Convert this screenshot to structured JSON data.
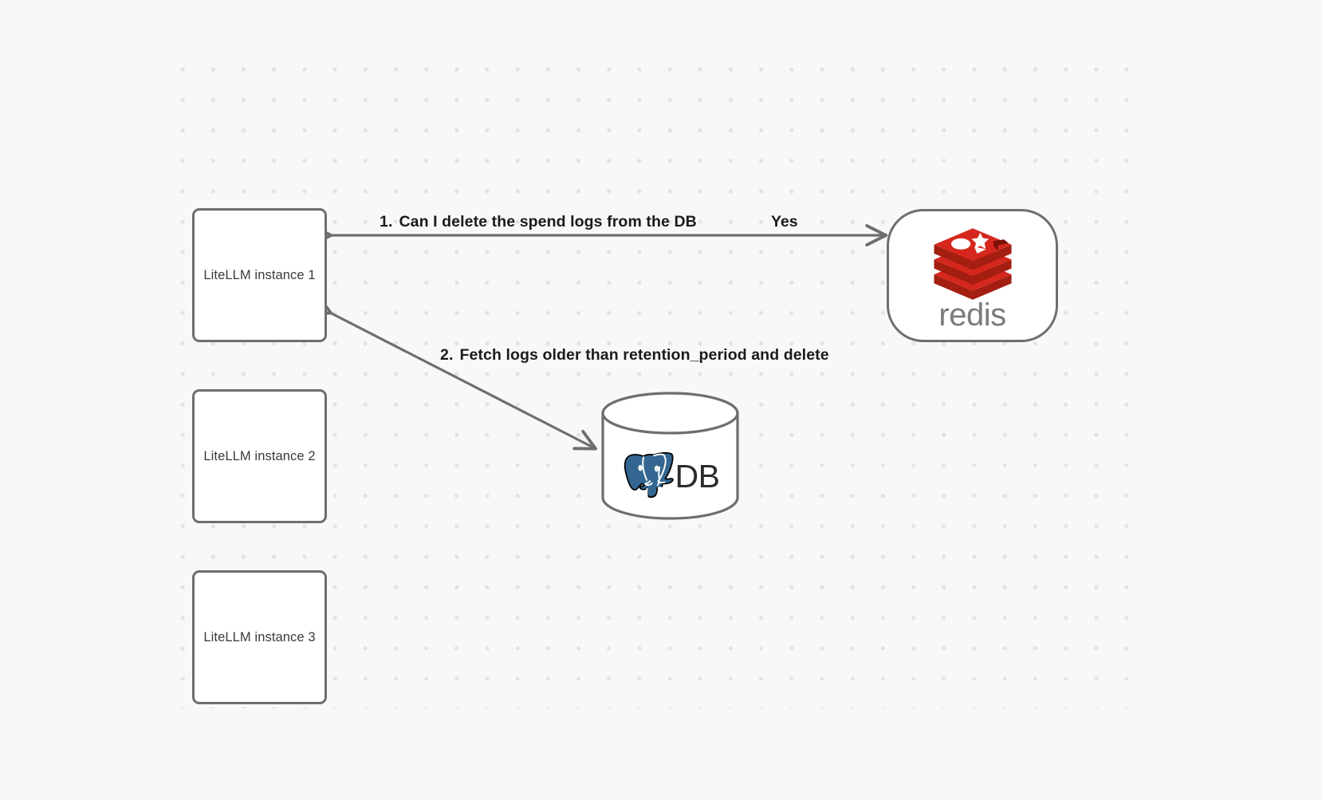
{
  "canvas": {
    "background_color": "#f8f8f8",
    "dot_color": "#e4e4e4",
    "stroke_color": "#6e6e6e"
  },
  "nodes": {
    "litellm_1": {
      "label": "LiteLLM instance 1"
    },
    "litellm_2": {
      "label": "LiteLLM instance 2"
    },
    "litellm_3": {
      "label": "LiteLLM instance 3"
    },
    "redis": {
      "wordmark": "redis",
      "logo_icon": "redis-stack-logo-icon",
      "logo_color": "#d5271d",
      "wordmark_color": "#7b7b7b"
    },
    "db": {
      "label": "DB",
      "logo_icon": "postgresql-elephant-icon",
      "logo_color": "#336791",
      "shape": "cylinder"
    }
  },
  "edges": [
    {
      "id": "edge-redis-query",
      "step": "1.",
      "label": "Can I delete the spend logs from the DB",
      "reply": "Yes",
      "from": "litellm_1",
      "to": "redis",
      "direction": "bidirectional"
    },
    {
      "id": "edge-db-fetch",
      "step": "2.",
      "label": "Fetch logs older than retention_period and delete",
      "from": "litellm_1",
      "to": "db",
      "direction": "bidirectional"
    }
  ]
}
